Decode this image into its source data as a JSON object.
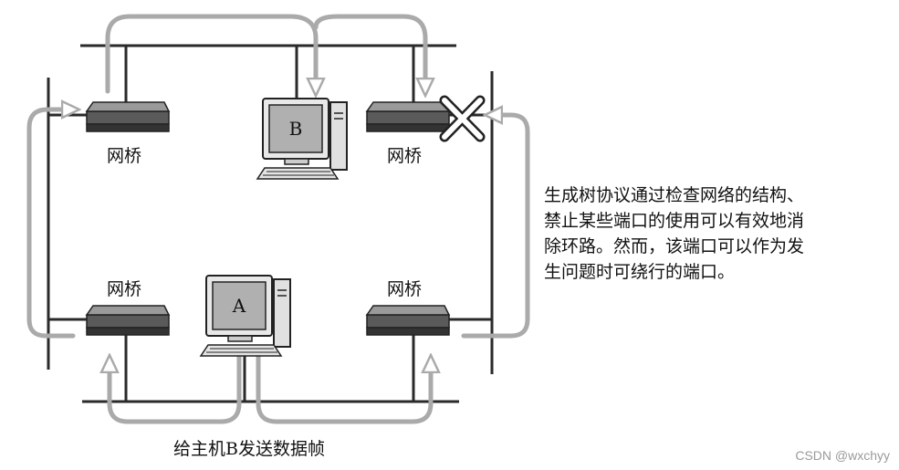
{
  "labels": {
    "bridge_top_left": "网桥",
    "bridge_top_right": "网桥",
    "bridge_bottom_left": "网桥",
    "bridge_bottom_right": "网桥",
    "host_a": "A",
    "host_b": "B"
  },
  "description": {
    "lines": [
      "生成树协议通过检查网络的结构、",
      "禁止某些端口的使用可以有效地消",
      "除环路。然而，该端口可以作为发",
      "生问题时可绕行的端口。"
    ]
  },
  "caption": "给主机B发送数据帧",
  "watermark": "CSDN @wxchyy",
  "colors": {
    "line": "#2a2a2a",
    "arrow": "#aaaaaa",
    "bridge_body": "#5a5a5a",
    "screen": "#b0b0b0"
  }
}
